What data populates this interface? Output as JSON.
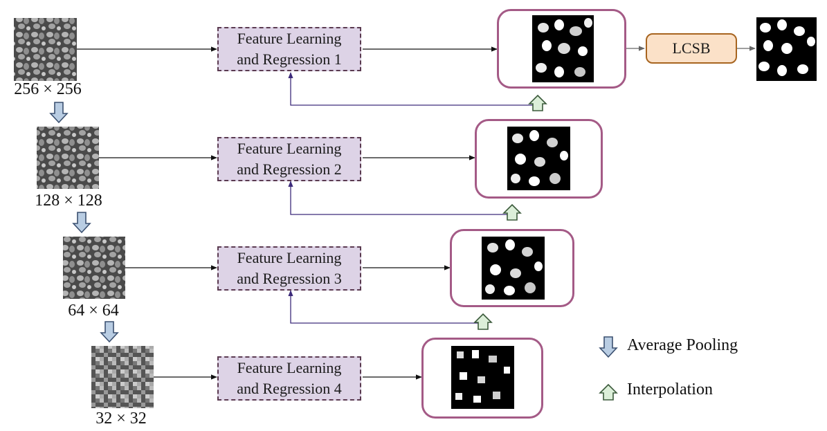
{
  "stages": [
    {
      "scale_label": "256 × 256",
      "module_line1": "Feature Learning",
      "module_line2": "and Regression 1"
    },
    {
      "scale_label": "128 × 128",
      "module_line1": "Feature Learning",
      "module_line2": "and Regression 2"
    },
    {
      "scale_label": "64 × 64",
      "module_line1": "Feature Learning",
      "module_line2": "and Regression 3"
    },
    {
      "scale_label": "32 × 32",
      "module_line1": "Feature Learning",
      "module_line2": "and Regression 4"
    }
  ],
  "lcsb_label": "LCSB",
  "legend": {
    "average_pooling": "Average Pooling",
    "interpolation": "Interpolation"
  },
  "colors": {
    "module_fill": "#ddd3e6",
    "module_border": "#5a3a50",
    "output_frame": "#a45a86",
    "lcsb_fill": "#fbe1c8",
    "lcsb_border": "#a7641f",
    "pool_arrow_fill": "#b9cde3",
    "interp_arrow_fill": "#dcefd9",
    "feedback_line": "#3c2a7a"
  },
  "icons": {
    "pool_arrow": "down-arrow-icon",
    "interp_arrow": "up-arrow-icon"
  }
}
